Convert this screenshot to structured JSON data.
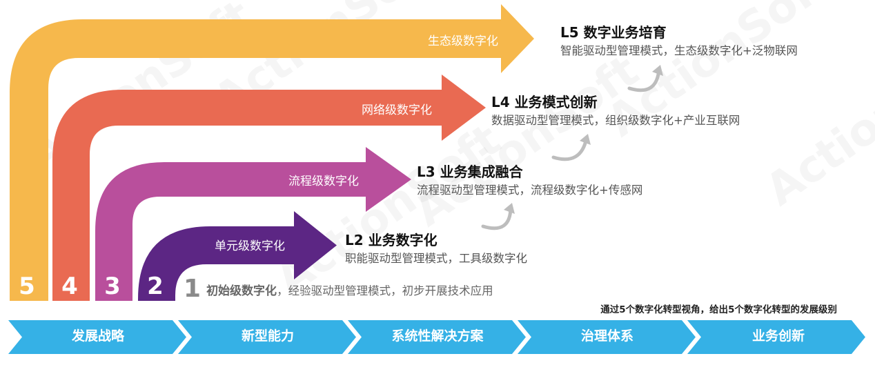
{
  "levels": [
    {
      "num": "5",
      "arrow_label": "生态级数字化",
      "title": "L5 数字业务培育",
      "desc": "智能驱动型管理模式，生态级数字化+泛物联网",
      "color": "#f6b84c"
    },
    {
      "num": "4",
      "arrow_label": "网络级数字化",
      "title": "L4 业务模式创新",
      "desc": "数据驱动型管理模式，组织级数字化+产业互联网",
      "color": "#e96a52"
    },
    {
      "num": "3",
      "arrow_label": "流程级数字化",
      "title": "L3 业务集成融合",
      "desc": "流程驱动型管理模式，流程级数字化+传感网",
      "color": "#b94f9c"
    },
    {
      "num": "2",
      "arrow_label": "单元级数字化",
      "title": "L2 业务数字化",
      "desc": "职能驱动型管理模式，工具级数字化",
      "color": "#5c2684"
    }
  ],
  "level1": {
    "num": "1",
    "title": "初始级数字化",
    "desc": "，经验驱动型管理模式，初步开展技术应用"
  },
  "note": "通过5个数字化转型视角，给出5个数字化转型的发展级别",
  "chevrons": {
    "color": "#35b1e6",
    "items": [
      "发展战略",
      "新型能力",
      "系统性解决方案",
      "治理体系",
      "业务创新"
    ]
  },
  "watermark": "ActionSoft"
}
